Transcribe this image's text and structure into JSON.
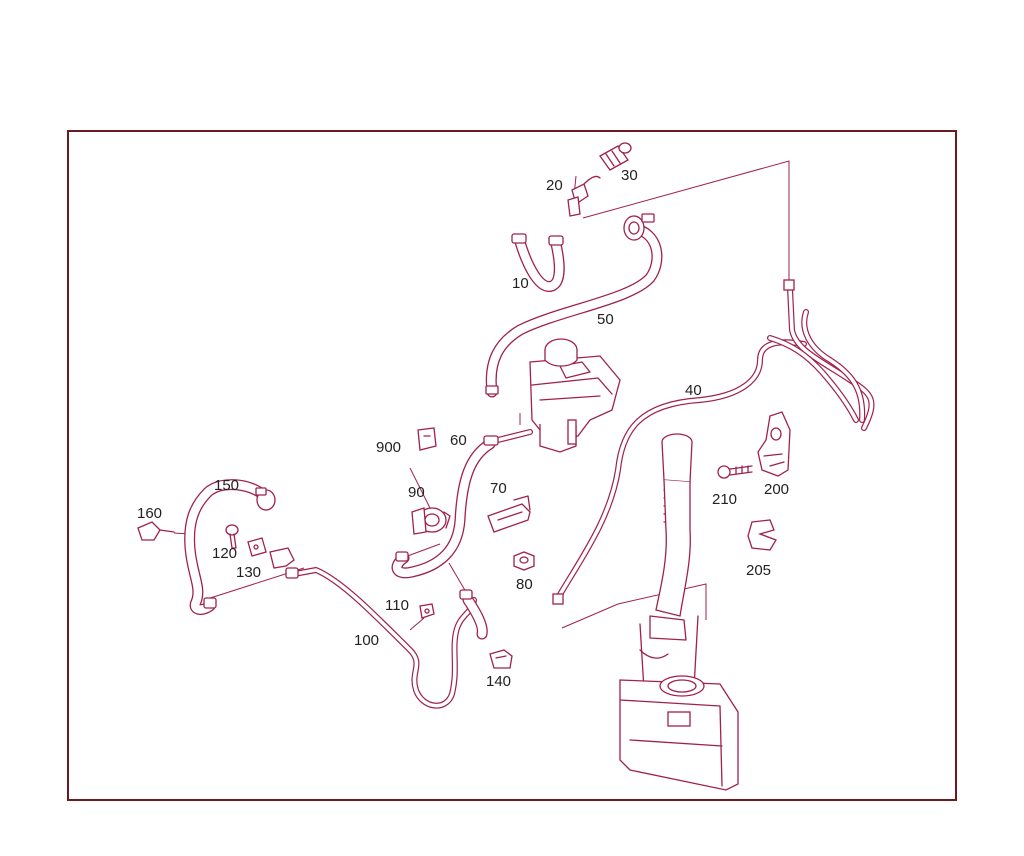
{
  "diagram": {
    "colors": {
      "frame": "#6b1a1f",
      "line": "#a0214a",
      "text": "#222222"
    },
    "callouts": {
      "c10": "10",
      "c20": "20",
      "c30": "30",
      "c40": "40",
      "c50": "50",
      "c60": "60",
      "c70": "70",
      "c80": "80",
      "c90": "90",
      "c100": "100",
      "c110": "110",
      "c120": "120",
      "c130": "130",
      "c140": "140",
      "c150": "150",
      "c160": "160",
      "c200": "200",
      "c205": "205",
      "c210": "210",
      "c900": "900"
    }
  }
}
